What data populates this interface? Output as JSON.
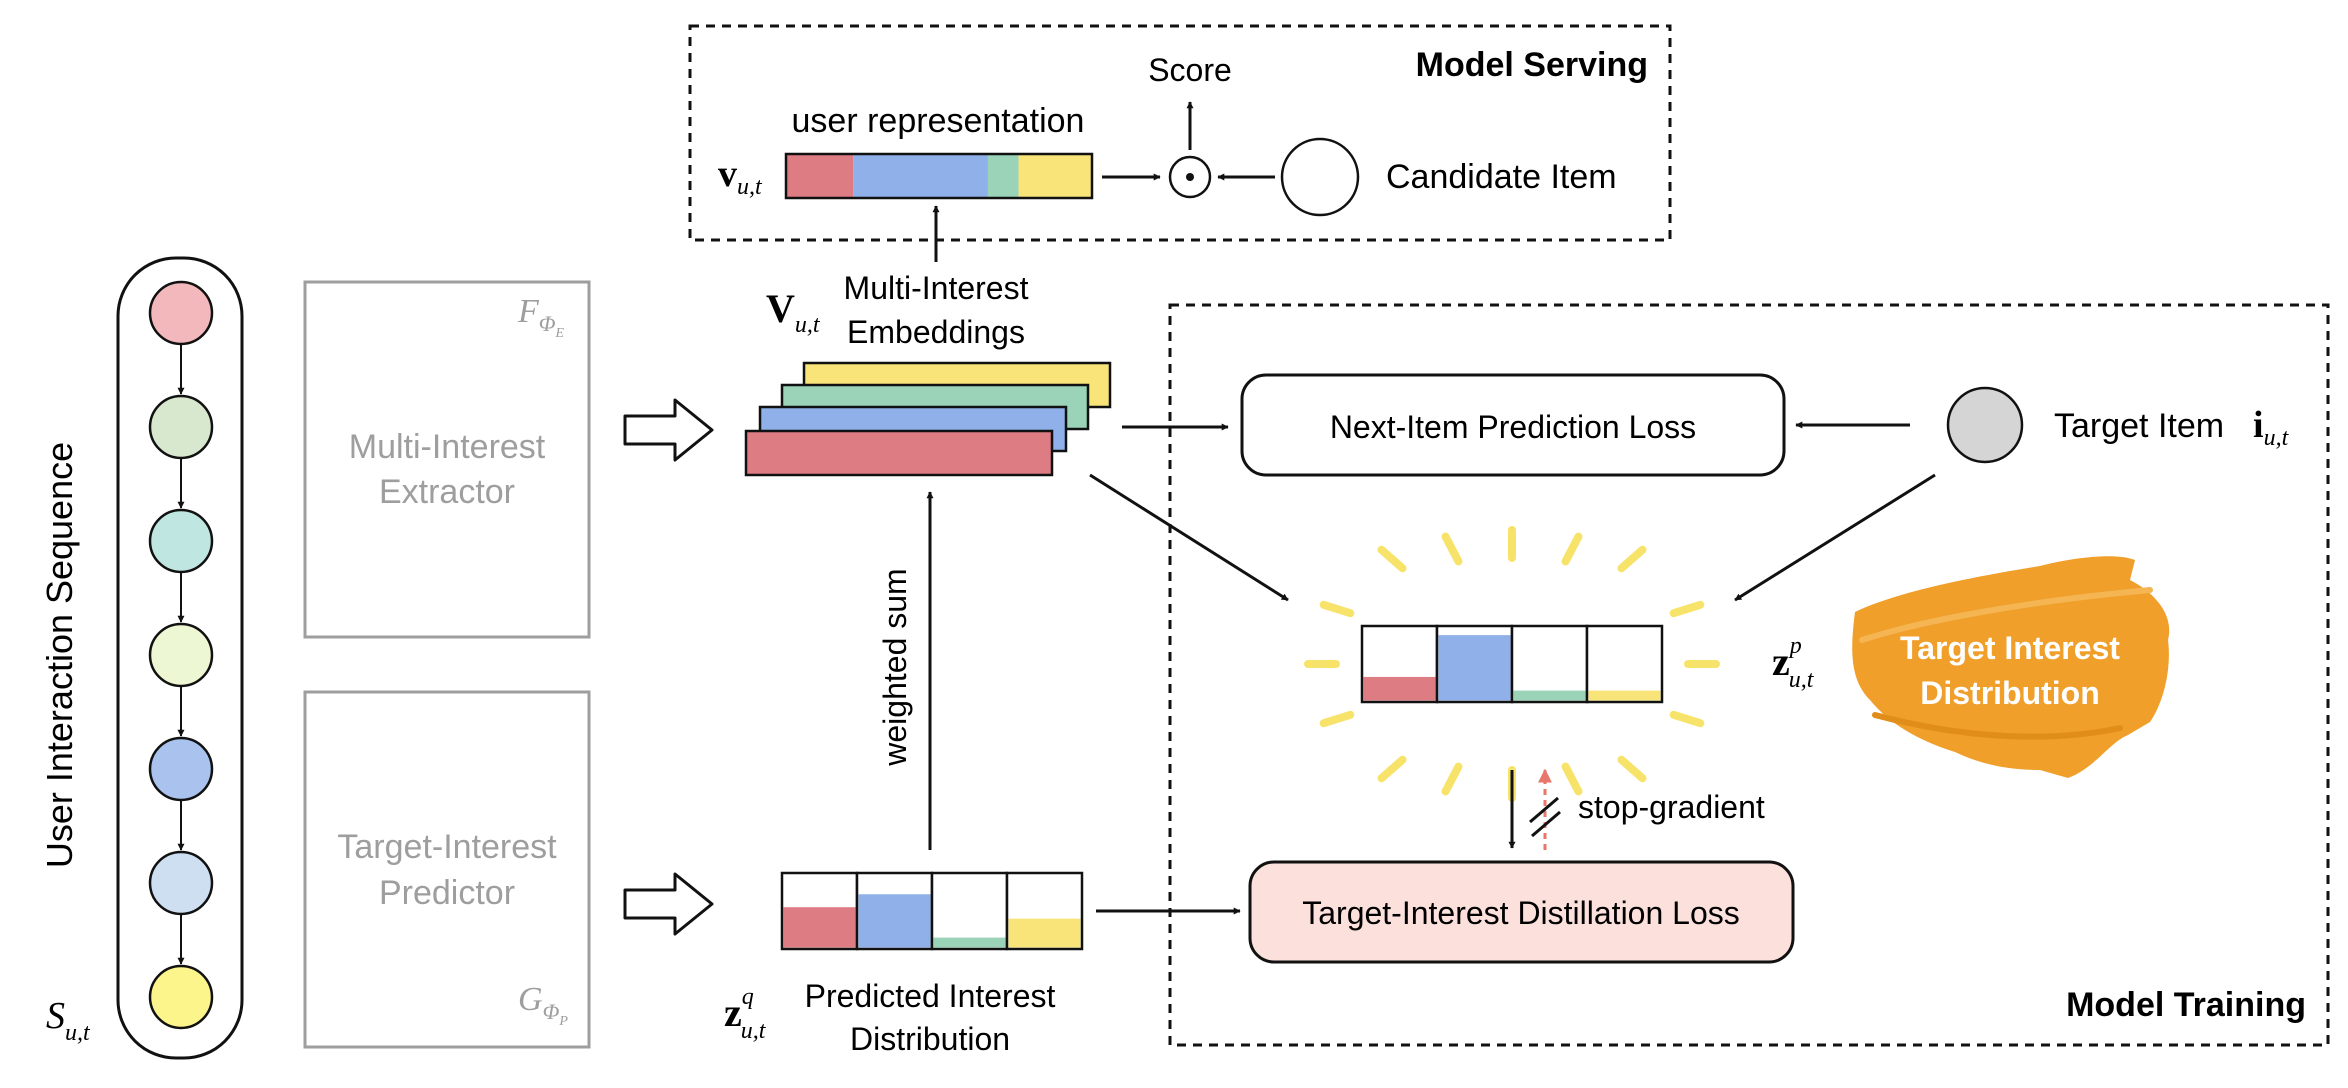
{
  "colors": {
    "red": "#de7c84",
    "blue": "#8fb0e8",
    "green": "#9ad3b8",
    "yellow": "#f9e47a",
    "grey_box": "#9e9e9e",
    "loss_fill": "#fbe0dc",
    "brush": "#ef9f2a",
    "arrow": "#111111",
    "stopgrad": "#e8766b",
    "glow": "#f8e36a"
  },
  "sequence": {
    "title": "User Interaction Sequence",
    "label_main": "S",
    "label_sub": "u,t",
    "node_colors": [
      "#f2b8bb",
      "#d8e8cf",
      "#bfe6e0",
      "#eef7d3",
      "#a9c3ee",
      "#cfdff2",
      "#fbf58c"
    ]
  },
  "extractor": {
    "label_line1": "Multi-Interest",
    "label_line2": "Extractor",
    "symbol_main": "F",
    "symbol_sub": "Φ",
    "symbol_subsub": "E"
  },
  "predictor": {
    "label_line1": "Target-Interest",
    "label_line2": "Predictor",
    "symbol_main": "G",
    "symbol_sub": "Φ",
    "symbol_subsub": "P"
  },
  "embeddings": {
    "symbol_main": "V",
    "symbol_sub": "u,t",
    "label_line1": "Multi-Interest",
    "label_line2": "Embeddings"
  },
  "serving": {
    "title": "Model Serving",
    "user_repr_label": "user representation",
    "vector_symbol_main": "v",
    "vector_symbol_sub": "u,t",
    "score_label": "Score",
    "dot_symbol": "⊙",
    "candidate_label": "Candidate Item",
    "user_repr_fractions": {
      "red": 0.22,
      "blue": 0.44,
      "green": 0.1,
      "yellow": 0.24
    }
  },
  "training": {
    "title": "Model Training",
    "next_item_loss": "Next-Item Prediction Loss",
    "target_item_label": "Target Item",
    "target_item_symbol_main": "i",
    "target_item_symbol_sub": "u,t",
    "target_dist_symbol_main": "z",
    "target_dist_symbol_sup": "p",
    "target_dist_symbol_sub": "u,t",
    "target_dist_brush_line1": "Target Interest",
    "target_dist_brush_line2": "Distribution",
    "target_dist_levels": [
      0.33,
      0.88,
      0.15,
      0.15
    ],
    "stop_gradient": "stop-gradient",
    "distill_loss": "Target-Interest Distillation Loss"
  },
  "predicted": {
    "weighted_sum": "weighted sum",
    "symbol_main": "z",
    "symbol_sup": "q",
    "symbol_sub": "u,t",
    "label_line1": "Predicted Interest",
    "label_line2": "Distribution",
    "levels": [
      0.55,
      0.72,
      0.15,
      0.4
    ]
  }
}
